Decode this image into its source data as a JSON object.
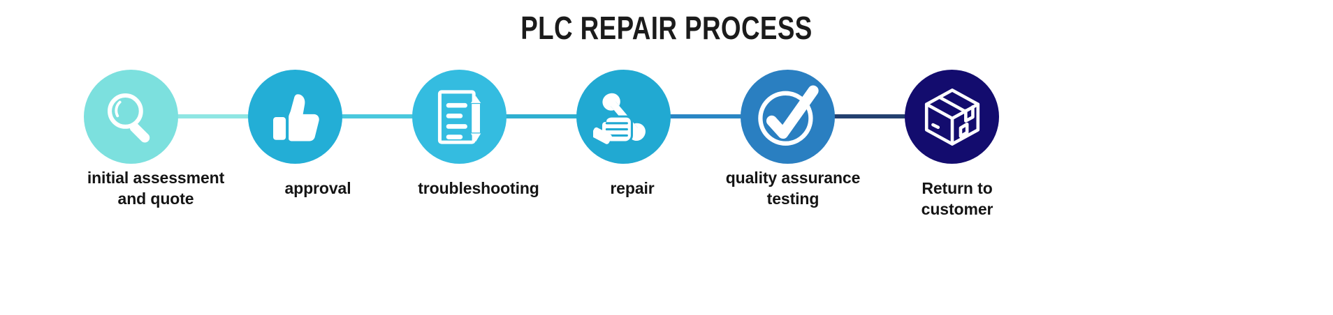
{
  "page": {
    "title": "PLC REPAIR PROCESS",
    "background_color": "#ffffff",
    "title_color": "#1b1b1b"
  },
  "process": {
    "orientation": "horizontal",
    "step_count": 6,
    "steps": [
      {
        "index": 1,
        "label": "initial assessment\nand quote",
        "label_line1": "initial assessment",
        "label_line2": "and quote",
        "icon": "magnifier-icon",
        "color": "#7CE0DE"
      },
      {
        "index": 2,
        "label": "approval",
        "label_line1": "approval",
        "label_line2": "",
        "icon": "thumbs-up-icon",
        "color": "#23AED6"
      },
      {
        "index": 3,
        "label": "troubleshooting",
        "label_line1": "troubleshooting",
        "label_line2": "",
        "icon": "document-pen-icon",
        "color": "#34BCE0"
      },
      {
        "index": 4,
        "label": "repair",
        "label_line1": "repair",
        "label_line2": "",
        "icon": "robot-hand-wrench-icon",
        "color": "#21A9D2"
      },
      {
        "index": 5,
        "label": "quality assurance\ntesting",
        "label_line1": "quality assurance",
        "label_line2": "testing",
        "icon": "check-circle-icon",
        "color": "#2A7FC1"
      },
      {
        "index": 6,
        "label": "Return to\ncustomer",
        "label_line1": "Return to",
        "label_line2": "customer",
        "icon": "package-box-icon",
        "color": "#130C6E"
      }
    ],
    "connectors": [
      {
        "from": 1,
        "to": 2,
        "color": "#8FE6E3"
      },
      {
        "from": 2,
        "to": 3,
        "color": "#4AC8DD"
      },
      {
        "from": 3,
        "to": 4,
        "color": "#2FAFD0"
      },
      {
        "from": 4,
        "to": 5,
        "color": "#2A86C4"
      },
      {
        "from": 5,
        "to": 6,
        "color": "#23406F"
      }
    ]
  }
}
